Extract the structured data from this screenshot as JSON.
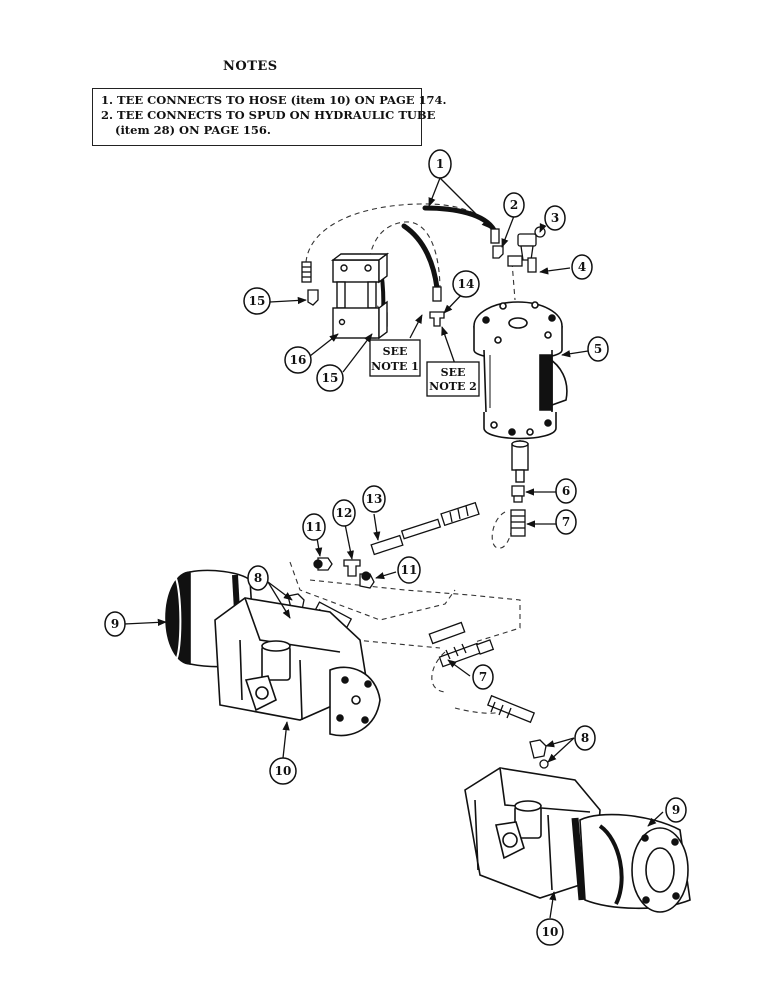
{
  "notes": {
    "title": "NOTES",
    "lines": [
      "1. TEE CONNECTS TO HOSE (item 10) ON PAGE 174.",
      "2. TEE CONNECTS TO SPUD ON HYDRAULIC TUBE",
      "(item 28) ON PAGE 156."
    ]
  },
  "see_notes": {
    "note1_line1": "SEE",
    "note1_line2": "NOTE 1",
    "note2_line1": "SEE",
    "note2_line2": "NOTE 2"
  },
  "callouts": {
    "c1": "1",
    "c2": "2",
    "c3": "3",
    "c4": "4",
    "c5": "5",
    "c6": "6",
    "c7a": "7",
    "c7b": "7",
    "c8a": "8",
    "c8b": "8",
    "c9a": "9",
    "c9b": "9",
    "c10a": "10",
    "c10b": "10",
    "c11a": "11",
    "c11b": "11",
    "c12": "12",
    "c13": "13",
    "c14": "14",
    "c15a": "15",
    "c15b": "15",
    "c16": "16"
  }
}
